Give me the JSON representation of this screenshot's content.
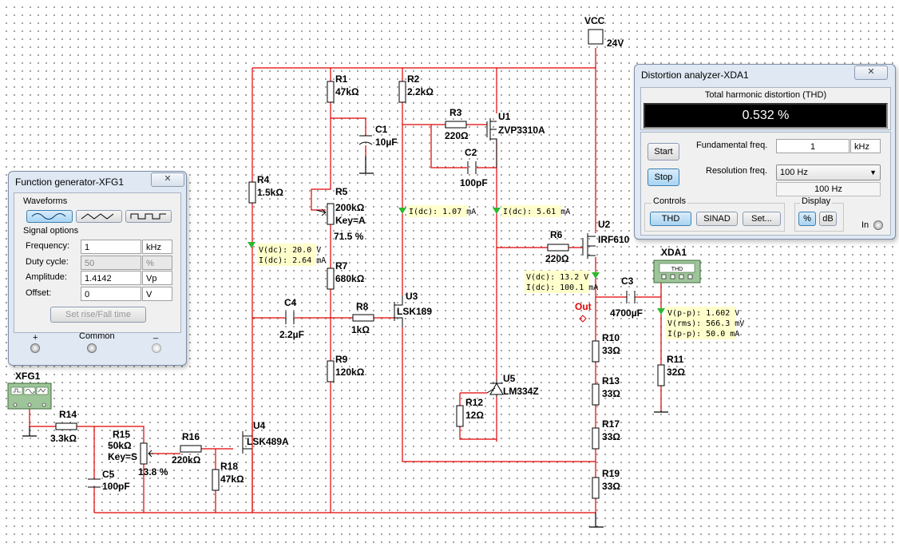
{
  "schematic": {
    "vcc": {
      "label": "VCC",
      "value": "24V"
    },
    "components": {
      "R1": {
        "name": "R1",
        "value": "47kΩ"
      },
      "R2": {
        "name": "R2",
        "value": "2.2kΩ"
      },
      "R3": {
        "name": "R3",
        "value": "220Ω"
      },
      "R4": {
        "name": "R4",
        "value": "1.5kΩ"
      },
      "R5": {
        "name": "R5",
        "value": "200kΩ",
        "key": "Key=A",
        "pct": "71.5 %"
      },
      "R6": {
        "name": "R6",
        "value": "220Ω"
      },
      "R7": {
        "name": "R7",
        "value": "680kΩ"
      },
      "R8": {
        "name": "R8",
        "value": "1kΩ"
      },
      "R9": {
        "name": "R9",
        "value": "120kΩ"
      },
      "R10": {
        "name": "R10",
        "value": "33Ω"
      },
      "R11": {
        "name": "R11",
        "value": "32Ω"
      },
      "R12": {
        "name": "R12",
        "value": "12Ω"
      },
      "R13": {
        "name": "R13",
        "value": "33Ω"
      },
      "R14": {
        "name": "R14",
        "value": "3.3kΩ"
      },
      "R15": {
        "name": "R15",
        "value": "50kΩ",
        "key": "Key=S",
        "pct": "13.8 %"
      },
      "R16": {
        "name": "R16",
        "value": "220kΩ"
      },
      "R17": {
        "name": "R17",
        "value": "33Ω"
      },
      "R18": {
        "name": "R18",
        "value": "47kΩ"
      },
      "R19": {
        "name": "R19",
        "value": "33Ω"
      },
      "C1": {
        "name": "C1",
        "value": "10µF"
      },
      "C2": {
        "name": "C2",
        "value": "100pF"
      },
      "C3": {
        "name": "C3",
        "value": "4700µF"
      },
      "C4": {
        "name": "C4",
        "value": "2.2µF"
      },
      "C5": {
        "name": "C5",
        "value": "100pF"
      },
      "U1": {
        "name": "U1",
        "value": "ZVP3310A"
      },
      "U2": {
        "name": "U2",
        "value": "IRF610"
      },
      "U3": {
        "name": "U3",
        "value": "LSK189"
      },
      "U4": {
        "name": "U4",
        "value": "LSK489A"
      },
      "U5": {
        "name": "U5",
        "value": "LM334Z"
      },
      "XFG1": {
        "name": "XFG1"
      },
      "XDA1": {
        "name": "XDA1",
        "box": "THD"
      }
    },
    "out_label": "Out",
    "probes": {
      "p1": [
        "V(dc): 20.0 V",
        "I(dc): 2.64 mA"
      ],
      "p2": [
        "I(dc): 1.07 mA"
      ],
      "p3": [
        "I(dc): 5.61 mA"
      ],
      "p4": [
        "V(dc): 13.2 V",
        "I(dc): 100.1 mA"
      ],
      "p5": [
        "V(p-p): 1.602 V",
        "V(rms): 566.3 mV",
        "I(p-p): 50.0 mA"
      ]
    }
  },
  "function_generator": {
    "title": "Function generator-XFG1",
    "close": "✕",
    "waveforms_label": "Waveforms",
    "signal_options_label": "Signal options",
    "fields": [
      {
        "label": "Frequency:",
        "value": "1",
        "unit": "kHz",
        "disabled": false
      },
      {
        "label": "Duty cycle:",
        "value": "50",
        "unit": "%",
        "disabled": true
      },
      {
        "label": "Amplitude:",
        "value": "1.4142",
        "unit": "Vp",
        "disabled": false
      },
      {
        "label": "Offset:",
        "value": "0",
        "unit": "V",
        "disabled": false
      }
    ],
    "set_rise_fall": "Set rise/Fall time",
    "terminals": {
      "plus": "+",
      "common": "Common",
      "minus": "_"
    }
  },
  "distortion_analyzer": {
    "title": "Distortion analyzer-XDA1",
    "close": "✕",
    "thd_label": "Total harmonic distortion (THD)",
    "thd_value": "0.532 %",
    "start": "Start",
    "stop": "Stop",
    "fundamental_label": "Fundamental freq.",
    "fundamental_value": "1",
    "fundamental_unit": "kHz",
    "resolution_label": "Resolution freq.",
    "resolution_value": "100 Hz",
    "resolution_readout": "100 Hz",
    "controls_label": "Controls",
    "display_label": "Display",
    "btn_thd": "THD",
    "btn_sinad": "SINAD",
    "btn_set": "Set...",
    "btn_pct": "%",
    "btn_db": "dB",
    "in_label": "In"
  }
}
